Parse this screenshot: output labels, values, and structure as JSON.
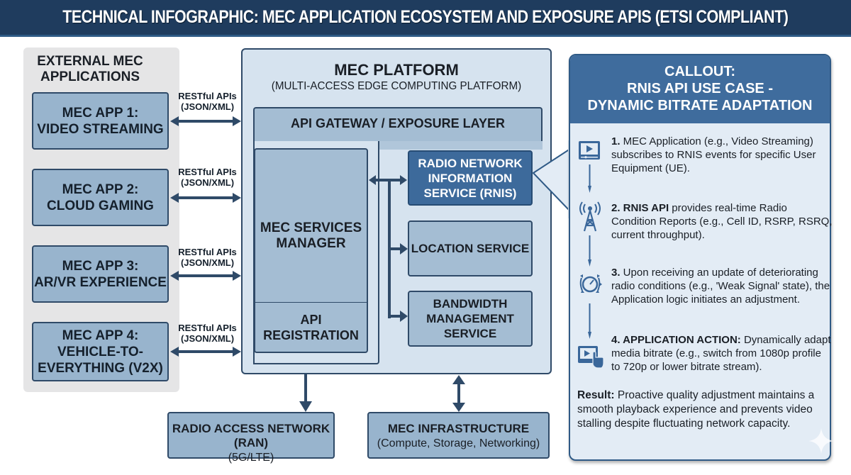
{
  "title": "TECHNICAL INFOGRAPHIC: MEC APPLICATION ECOSYSTEM AND EXPOSURE APIS (ETSI COMPLIANT)",
  "external_apps": {
    "heading_line1": "EXTERNAL MEC",
    "heading_line2": "APPLICATIONS",
    "apps": [
      {
        "line1": "MEC APP 1:",
        "line2": "VIDEO STREAMING",
        "line3": ""
      },
      {
        "line1": "MEC APP 2:",
        "line2": "CLOUD GAMING",
        "line3": ""
      },
      {
        "line1": "MEC APP 3:",
        "line2": "AR/VR EXPERIENCE",
        "line3": ""
      },
      {
        "line1": "MEC APP 4:",
        "line2": "VEHICLE-TO-",
        "line3": "EVERYTHING (V2X)"
      }
    ],
    "api_label_line1": "RESTful APIs",
    "api_label_line2": "(JSON/XML)"
  },
  "mec_platform": {
    "title": "MEC PLATFORM",
    "subtitle": "(MULTI-ACCESS EDGE COMPUTING PLATFORM)",
    "api_gateway": "API GATEWAY / EXPOSURE LAYER",
    "services_manager_line1": "MEC SERVICES",
    "services_manager_line2": "MANAGER",
    "api_registration_line1": "API",
    "api_registration_line2": "REGISTRATION",
    "services": [
      {
        "line1": "RADIO NETWORK",
        "line2": "INFORMATION",
        "line3": "SERVICE (RNIS)"
      },
      {
        "line1": "LOCATION SERVICE",
        "line2": "",
        "line3": ""
      },
      {
        "line1": "BANDWIDTH",
        "line2": "MANAGEMENT",
        "line3": "SERVICE"
      }
    ]
  },
  "bottom": {
    "ran_title": "RADIO ACCESS NETWORK (RAN)",
    "ran_sub": "(5G/LTE)",
    "infra_title": "MEC INFRASTRUCTURE",
    "infra_sub": "(Compute, Storage, Networking)"
  },
  "callout": {
    "title_line1": "CALLOUT:",
    "title_line2": "RNIS API USE CASE -",
    "title_line3": "DYNAMIC BITRATE ADAPTATION",
    "steps": [
      {
        "icon": "video-player-icon",
        "bold": "1.",
        "text": " MEC Application (e.g., Video Streaming) subscribes to RNIS events for specific User Equipment (UE)."
      },
      {
        "icon": "radio-tower-icon",
        "bold": "2. RNIS API",
        "text": " provides real-time Radio Condition Reports (e.g., Cell ID, RSRP, RSRQ, current throughput)."
      },
      {
        "icon": "gauge-adjust-icon",
        "bold": "3.",
        "text": " Upon receiving an update of deteriorating radio conditions (e.g., 'Weak Signal' state), the Application logic initiates an adjustment."
      },
      {
        "icon": "video-touch-icon",
        "bold": "4. APPLICATION ACTION:",
        "text": " Dynamically adapt media bitrate (e.g., switch from 1080p profile to 720p or lower bitrate stream)."
      }
    ],
    "result_bold": "Result:",
    "result_text": " Proactive quality adjustment maintains a smooth playback experience and prevents video stalling despite fluctuating network capacity."
  }
}
